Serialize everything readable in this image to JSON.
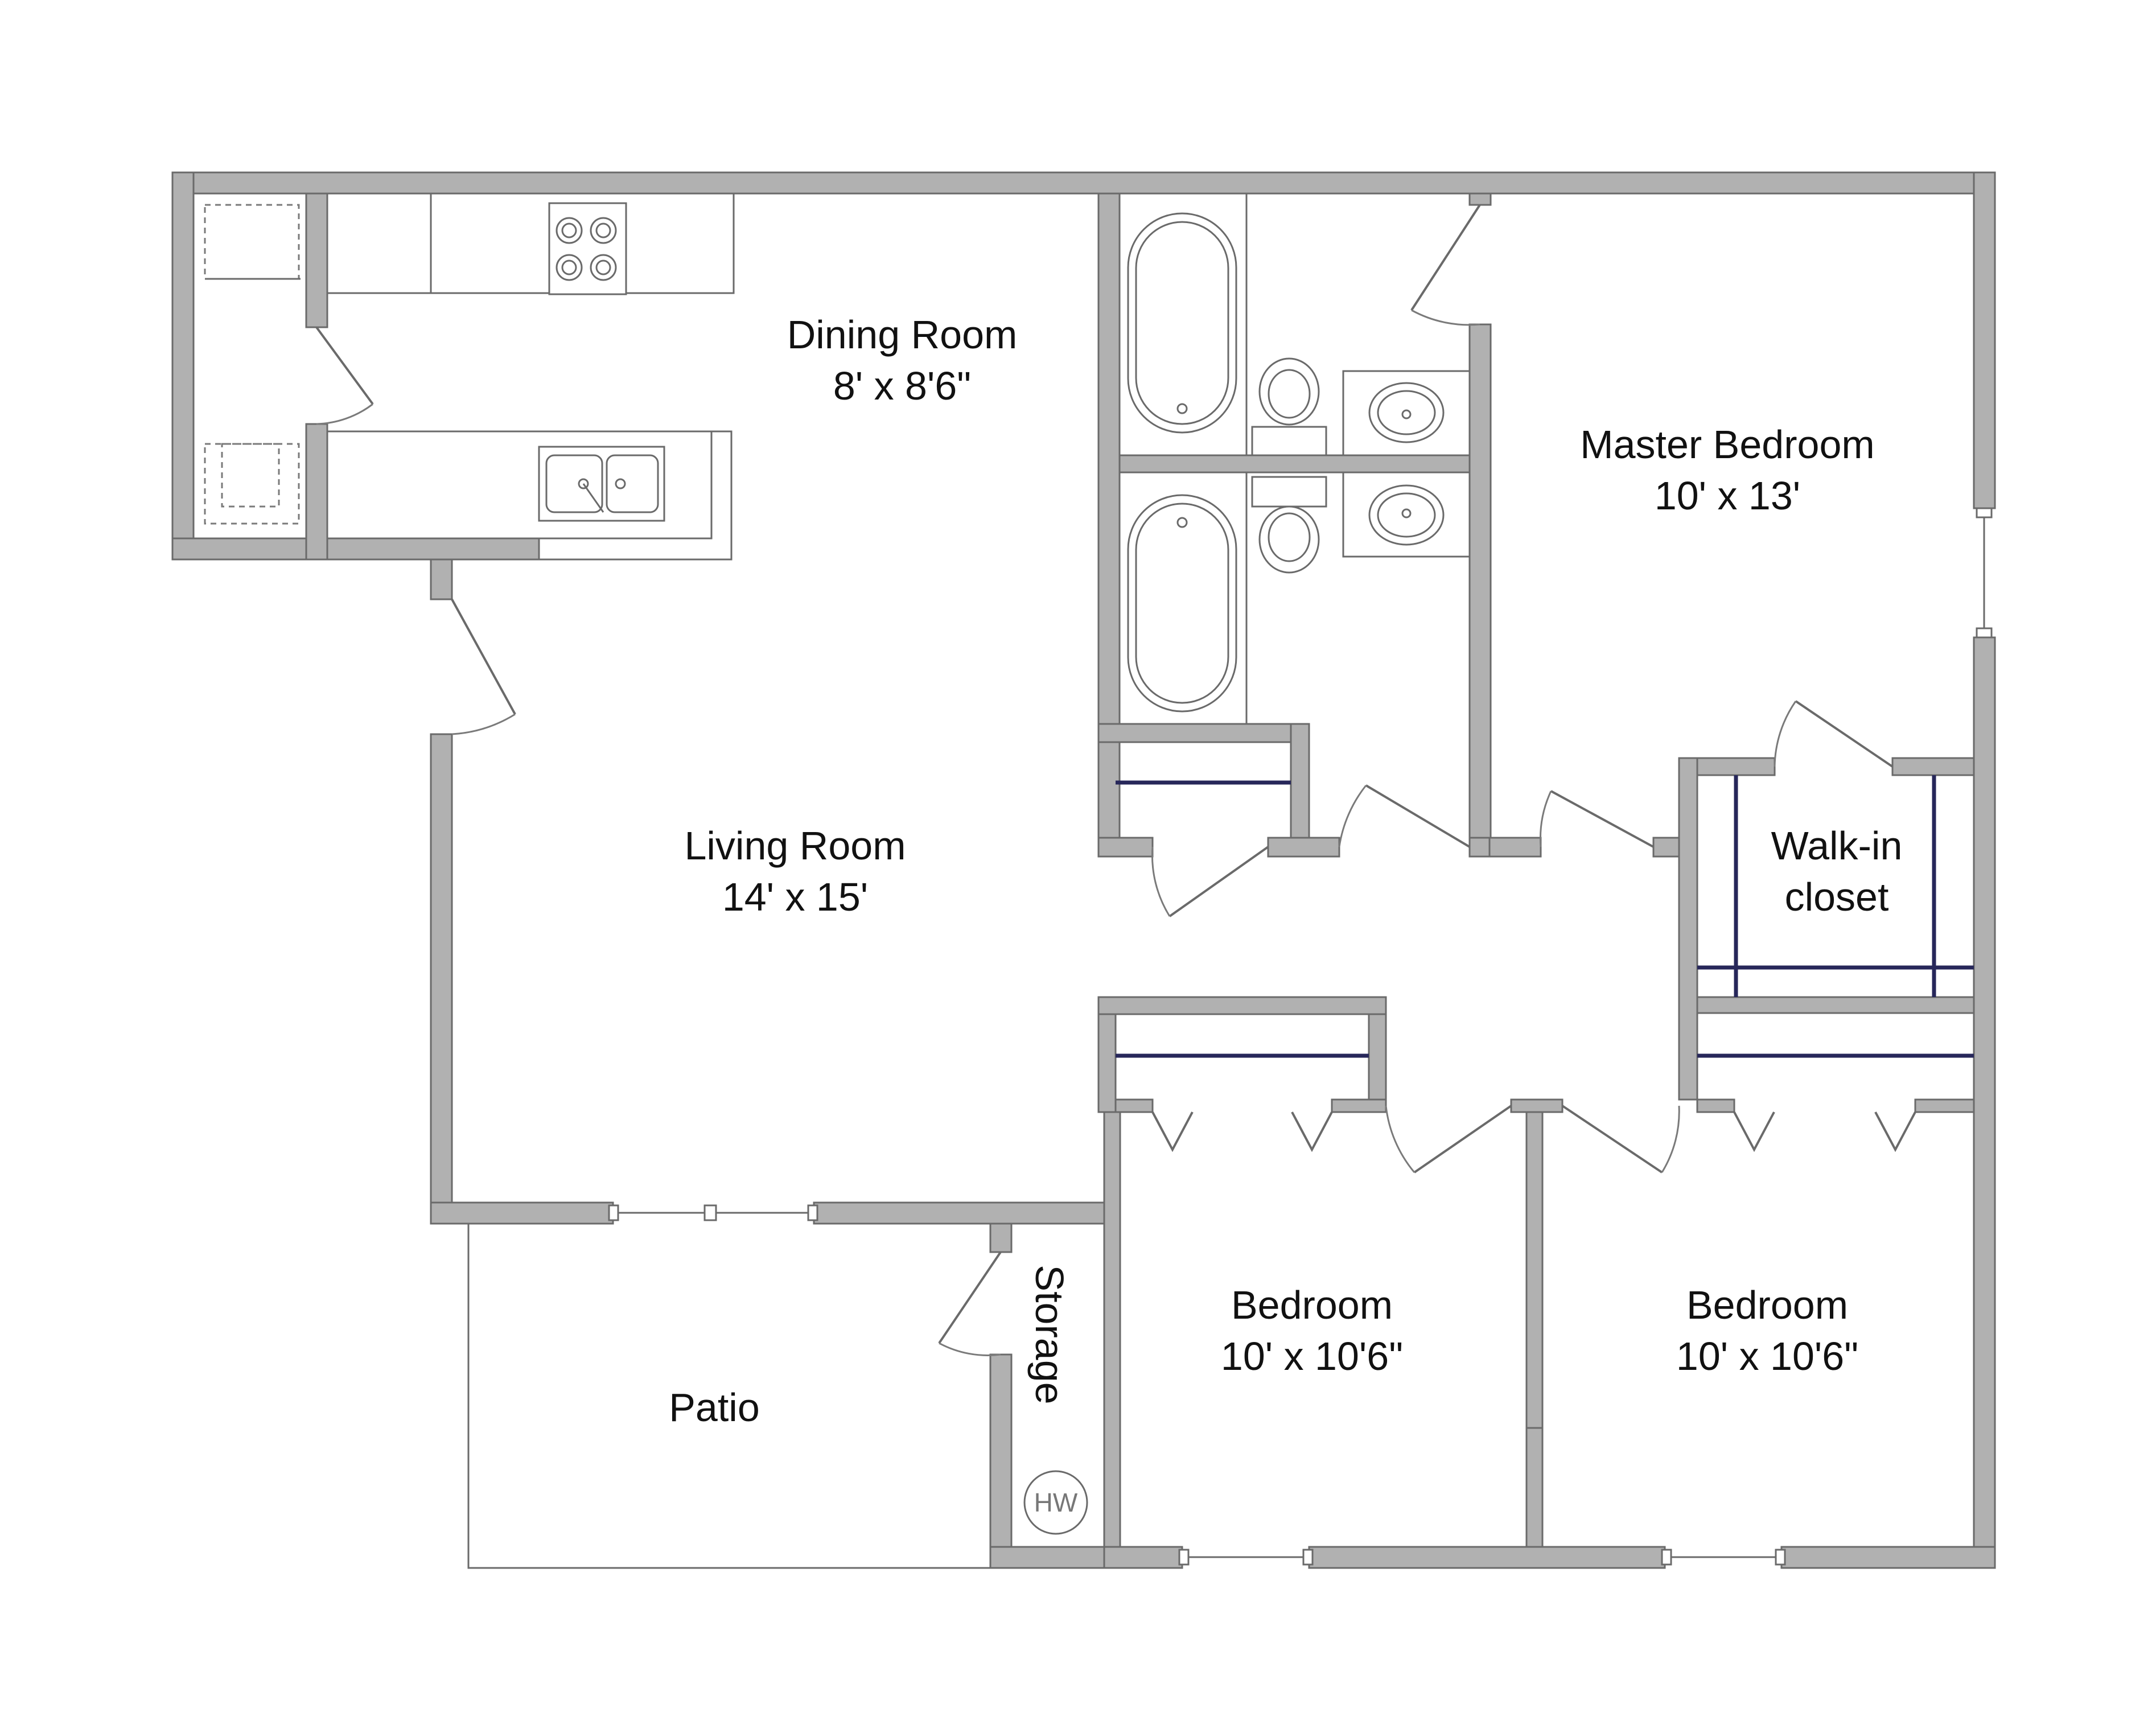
{
  "rooms": {
    "dining": {
      "name": "Dining Room",
      "size": "8' x 8'6\""
    },
    "master": {
      "name": "Master  Bedroom",
      "size": "10' x 13'"
    },
    "living": {
      "name": "Living Room",
      "size": "14' x 15'"
    },
    "closet": {
      "line1": "Walk-in",
      "line2": "closet"
    },
    "bedroom1": {
      "name": "Bedroom",
      "size": "10' x 10'6\""
    },
    "bedroom2": {
      "name": "Bedroom",
      "size": "10' x 10'6\""
    },
    "patio": {
      "name": "Patio"
    },
    "storage": {
      "name": "Storage"
    }
  },
  "fixtures": {
    "water_heater": "HW"
  },
  "colors": {
    "wall_fill": "#b1b1b1",
    "wall_stroke": "#6a6a6a",
    "closet_rod": "#27275a"
  }
}
